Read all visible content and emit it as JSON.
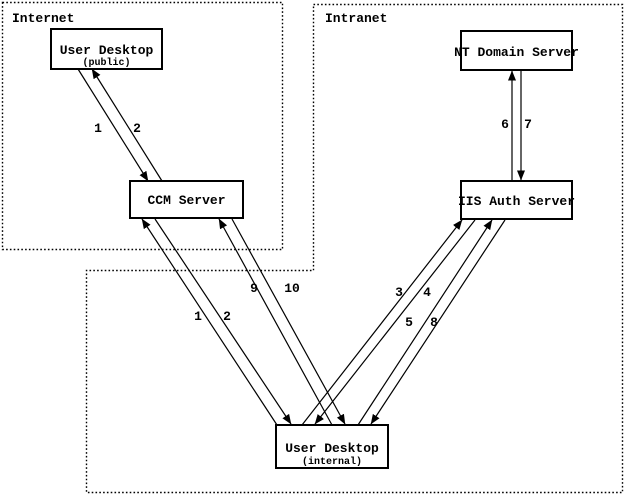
{
  "diagram": {
    "title_hint": "Authentication network flow diagram",
    "colors": {
      "background": "#ffffff",
      "line": "#000000",
      "box_fill": "#ffffff"
    },
    "regions": {
      "internet": "Internet",
      "intranet": "Intranet"
    },
    "nodes": {
      "user_desktop_public": {
        "title": "User Desktop",
        "subtitle": "(public)"
      },
      "ccm_server": {
        "title": "CCM Server"
      },
      "nt_domain_server": {
        "title": "NT Domain Server"
      },
      "iis_auth_server": {
        "title": "IIS Auth Server"
      },
      "user_desktop_internal": {
        "title": "User Desktop",
        "subtitle": "(internal)"
      }
    },
    "flow_labels": {
      "public_to_ccm": "1",
      "ccm_to_public": "2",
      "internal_to_ccm": "1",
      "ccm_to_internal": "2",
      "internal_to_iis": "3",
      "iis_to_internal": "4",
      "internal_to_iis_2": "5",
      "iis_to_nt": "6",
      "nt_to_iis": "7",
      "iis_to_internal_2": "8",
      "internal_to_ccm_2": "9",
      "ccm_to_internal_2": "10"
    }
  }
}
